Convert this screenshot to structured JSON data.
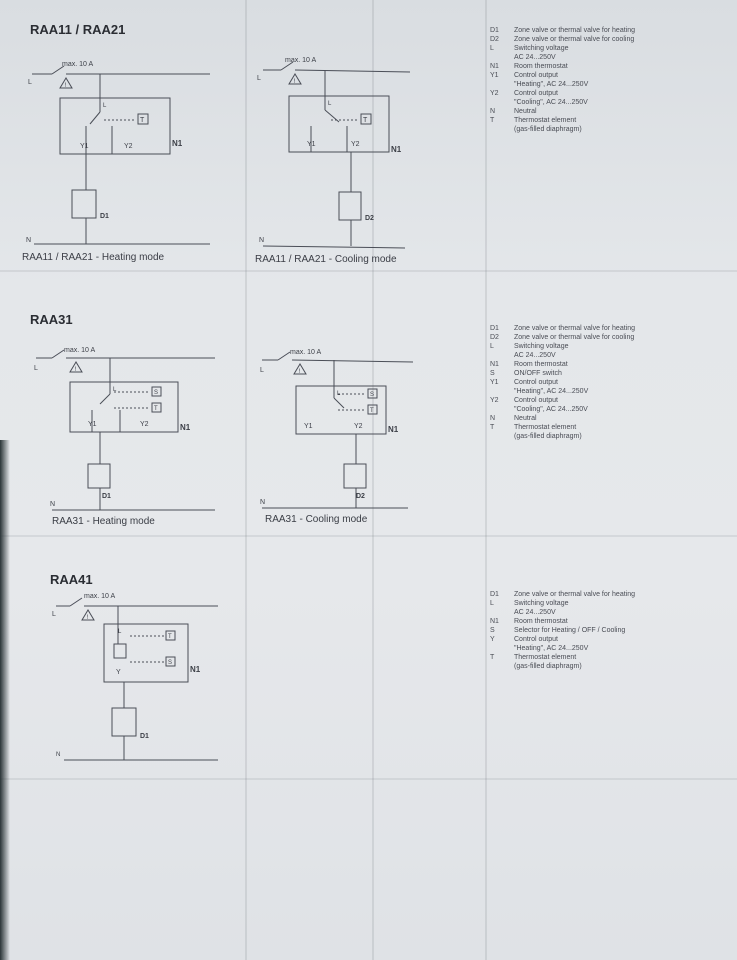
{
  "sections": [
    {
      "title": "RAA11 / RAA21",
      "diagrams": [
        {
          "caption": "RAA11 / RAA21 - Heating mode",
          "rating": "max. 10 A",
          "labels": {
            "L": "L",
            "N": "N",
            "device": "N1",
            "out1": "Y1",
            "out2": "Y2",
            "load": "D1",
            "therm": "T",
            "inner_l": "L"
          }
        },
        {
          "caption": "RAA11 / RAA21 - Cooling mode",
          "rating": "max. 10 A",
          "labels": {
            "L": "L",
            "N": "N",
            "device": "N1",
            "out1": "Y1",
            "out2": "Y2",
            "load": "D2",
            "therm": "T",
            "inner_l": "L"
          }
        }
      ],
      "legend": [
        {
          "code": "D1",
          "text": "Zone valve or thermal valve for heating"
        },
        {
          "code": "D2",
          "text": "Zone valve or thermal valve for cooling"
        },
        {
          "code": "L",
          "text": "Switching voltage\nAC 24...250V"
        },
        {
          "code": "N1",
          "text": "Room thermostat"
        },
        {
          "code": "Y1",
          "text": "Control output\n\"Heating\", AC 24...250V"
        },
        {
          "code": "Y2",
          "text": "Control output\n\"Cooling\", AC 24...250V"
        },
        {
          "code": "N",
          "text": "Neutral"
        },
        {
          "code": "T",
          "text": "Thermostat element\n(gas-filled diaphragm)"
        }
      ]
    },
    {
      "title": "RAA31",
      "diagrams": [
        {
          "caption": "RAA31 - Heating mode",
          "rating": "max. 10 A",
          "labels": {
            "L": "L",
            "N": "N",
            "device": "N1",
            "out1": "Y1",
            "out2": "Y2",
            "load": "D1",
            "therm": "T",
            "switch": "S",
            "inner_l": "L"
          }
        },
        {
          "caption": "RAA31 - Cooling mode",
          "rating": "max. 10 A",
          "labels": {
            "L": "L",
            "N": "N",
            "device": "N1",
            "out1": "Y1",
            "out2": "Y2",
            "load": "D2",
            "therm": "T",
            "switch": "S",
            "inner_l": "L"
          }
        }
      ],
      "legend": [
        {
          "code": "D1",
          "text": "Zone valve or thermal valve for heating"
        },
        {
          "code": "D2",
          "text": "Zone valve or thermal valve for cooling"
        },
        {
          "code": "L",
          "text": "Switching voltage\nAC 24...250V"
        },
        {
          "code": "N1",
          "text": "Room thermostat"
        },
        {
          "code": "S",
          "text": "ON/OFF switch"
        },
        {
          "code": "Y1",
          "text": "Control output\n\"Heating\", AC 24...250V"
        },
        {
          "code": "Y2",
          "text": "Control output\n\"Cooling\", AC 24...250V"
        },
        {
          "code": "N",
          "text": "Neutral"
        },
        {
          "code": "T",
          "text": "Thermostat element\n(gas-filled diaphragm)"
        }
      ]
    },
    {
      "title": "RAA41",
      "diagrams": [
        {
          "caption": "",
          "rating": "max. 10 A",
          "labels": {
            "L": "L",
            "N": "N",
            "device": "N1",
            "out1": "Y",
            "load": "D1",
            "therm": "T",
            "switch": "S",
            "inner_l": "L"
          }
        }
      ],
      "legend": [
        {
          "code": "D1",
          "text": "Zone valve or thermal valve for heating"
        },
        {
          "code": "L",
          "text": "Switching voltage\nAC 24...250V"
        },
        {
          "code": "N1",
          "text": "Room thermostat"
        },
        {
          "code": "S",
          "text": "Selector for Heating / OFF / Cooling"
        },
        {
          "code": "Y",
          "text": "Control output\n\"Heating\", AC 24...250V"
        },
        {
          "code": "T",
          "text": "Thermostat element\n(gas-filled diaphragm)"
        }
      ]
    }
  ]
}
